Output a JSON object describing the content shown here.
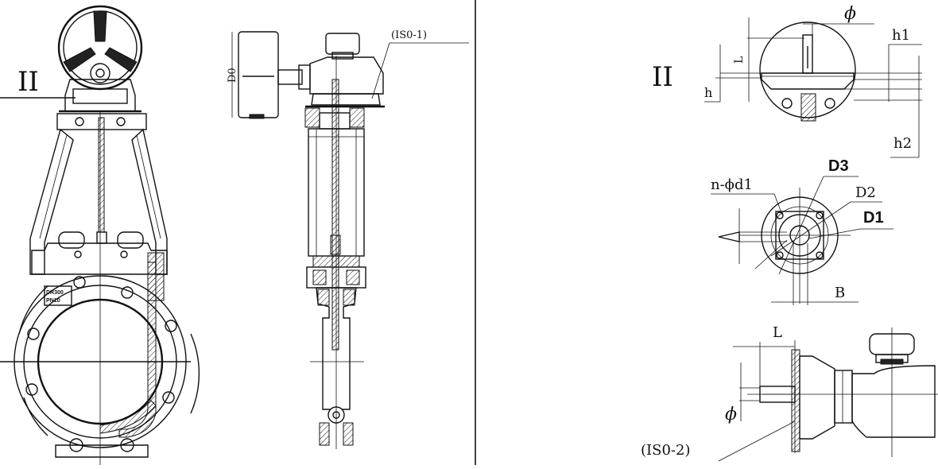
{
  "labels": {
    "section_left": "II",
    "section_right": "II",
    "iso1": "(IS0-1)",
    "iso2": "(IS0-2)",
    "d0": "D0",
    "phi_top": "ϕ",
    "phi_bottom": "ϕ",
    "l_top": "L",
    "l_bottom": "L",
    "h": "h",
    "h1": "h1",
    "h2": "h2",
    "n_phi_d1": "n-ϕd1",
    "d1": "D1",
    "d2": "D2",
    "d3": "D3",
    "b": "B",
    "plate_line1": "DR300",
    "plate_line2": "PN10"
  }
}
